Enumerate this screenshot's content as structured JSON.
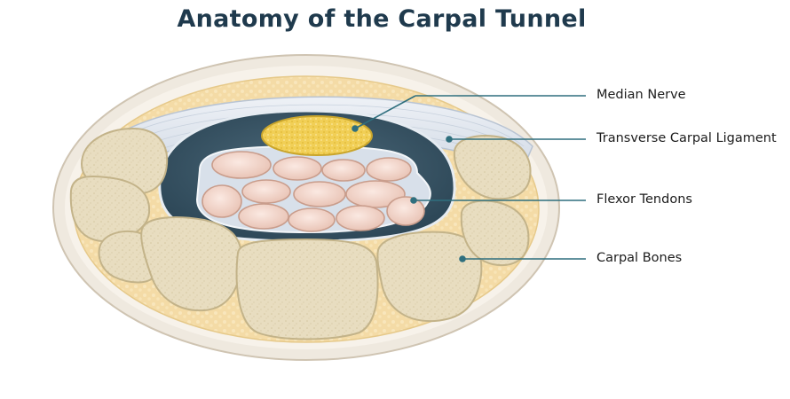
{
  "title": "Anatomy of the Carpal Tunnel",
  "labels": {
    "median_nerve": "Median Nerve",
    "ligament": "Transverse Carpal Ligament",
    "tendons": "Flexor Tendons",
    "bones": "Carpal Bones"
  },
  "colors": {
    "title": "#1f3a4d",
    "leader_line": "#2f6f7e",
    "bone": "#e7dcbf",
    "fat": "#f2d79e",
    "tunnel": "#3b5566",
    "tendon": "#f2d6cb",
    "nerve": "#f0cd52",
    "ligament": "#dfe5ee"
  }
}
